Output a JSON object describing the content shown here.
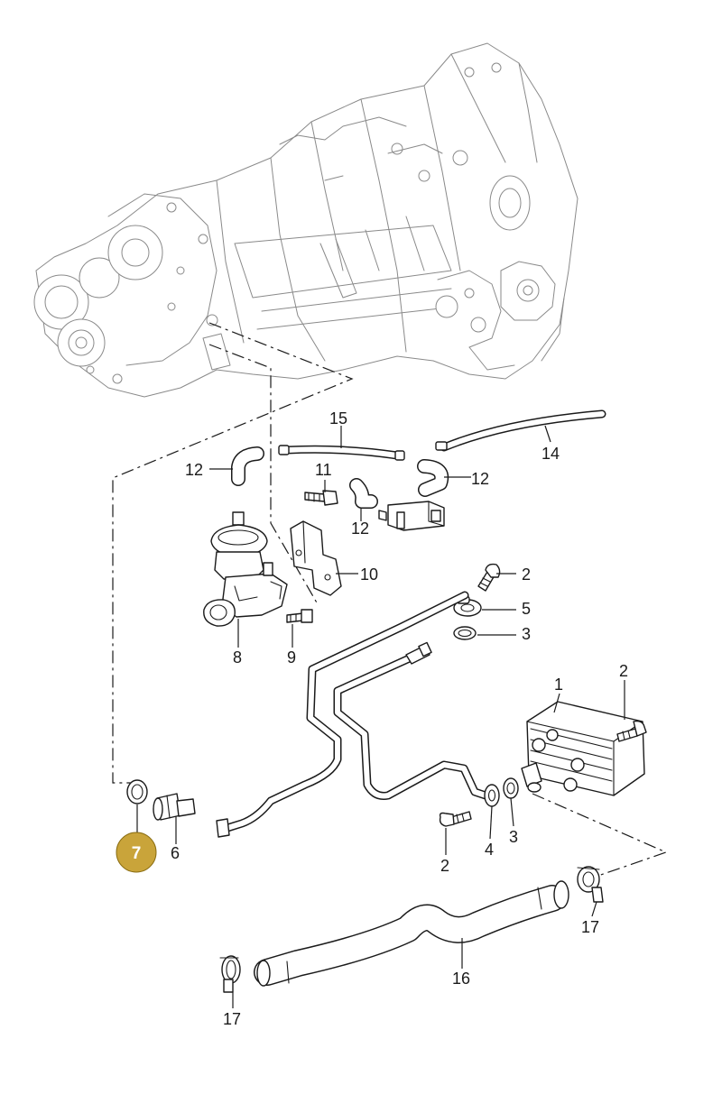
{
  "diagram": {
    "highlight_color": "#c9a43a",
    "highlighted_part": "7",
    "labels": {
      "p1": "1",
      "p2a": "2",
      "p2b": "2",
      "p2c": "2",
      "p3a": "3",
      "p3b": "3",
      "p4": "4",
      "p5": "5",
      "p6": "6",
      "p7": "7",
      "p8": "8",
      "p9": "9",
      "p10": "10",
      "p11": "11",
      "p12a": "12",
      "p12b": "12",
      "p12c": "12",
      "p14": "14",
      "p15": "15",
      "p16": "16",
      "p17a": "17",
      "p17b": "17"
    }
  }
}
